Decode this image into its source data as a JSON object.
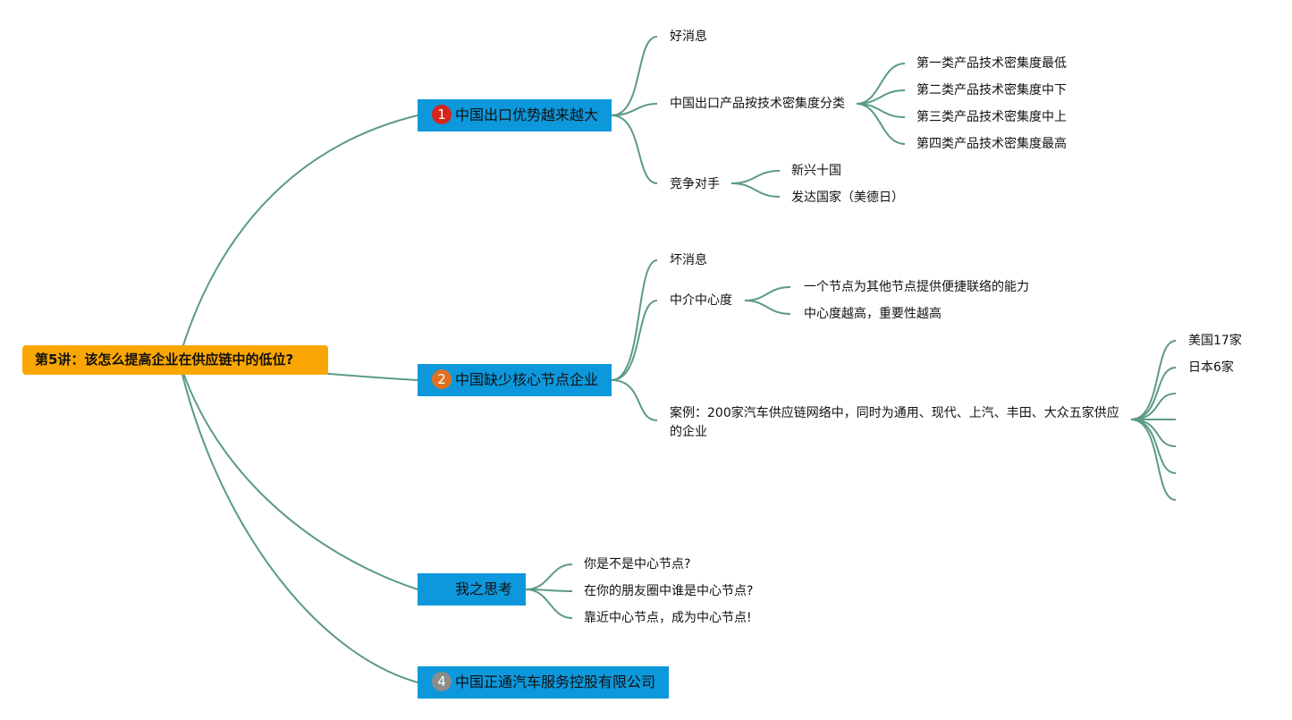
{
  "root": {
    "label": "第5讲：该怎么提高企业在供应链中的低位?"
  },
  "branches": [
    {
      "marker": "1",
      "marker_color": "#d6251c",
      "label": "中国出口优势越来越大"
    },
    {
      "marker": "2",
      "marker_color": "#e0701f",
      "label": "中国缺少核心节点企业"
    },
    {
      "marker": "",
      "marker_color": "",
      "label": "我之思考"
    },
    {
      "marker": "4",
      "marker_color": "#8c8c8c",
      "label": "中国正通汽车服务控股有限公司"
    }
  ],
  "b1": {
    "good_news": "好消息",
    "classify": "中国出口产品按技术密集度分类",
    "classes": [
      "第一类产品技术密集度最低",
      "第二类产品技术密集度中下",
      "第三类产品技术密集度中上",
      "第四类产品技术密集度最高"
    ],
    "rivals": "竞争对手",
    "rival_items": [
      "新兴十国",
      "发达国家（美德日）"
    ]
  },
  "b2": {
    "bad_news": "坏消息",
    "centrality": "中介中心度",
    "centrality_items": [
      "一个节点为其他节点提供便捷联络的能力",
      "中心度越高，重要性越高"
    ],
    "case": "案例：200家汽车供应链网络中，同时为通用、现代、上汽、丰田、大众五家供应的企业",
    "case_items": [
      "美国17家",
      "日本6家"
    ]
  },
  "b3": {
    "items": [
      "你是不是中心节点?",
      "在你的朋友圈中谁是中心节点?",
      "靠近中心节点，成为中心节点!"
    ]
  },
  "colors": {
    "root": "#f9a602",
    "branch": "#0d98dc",
    "connector": "#5b9a85"
  }
}
